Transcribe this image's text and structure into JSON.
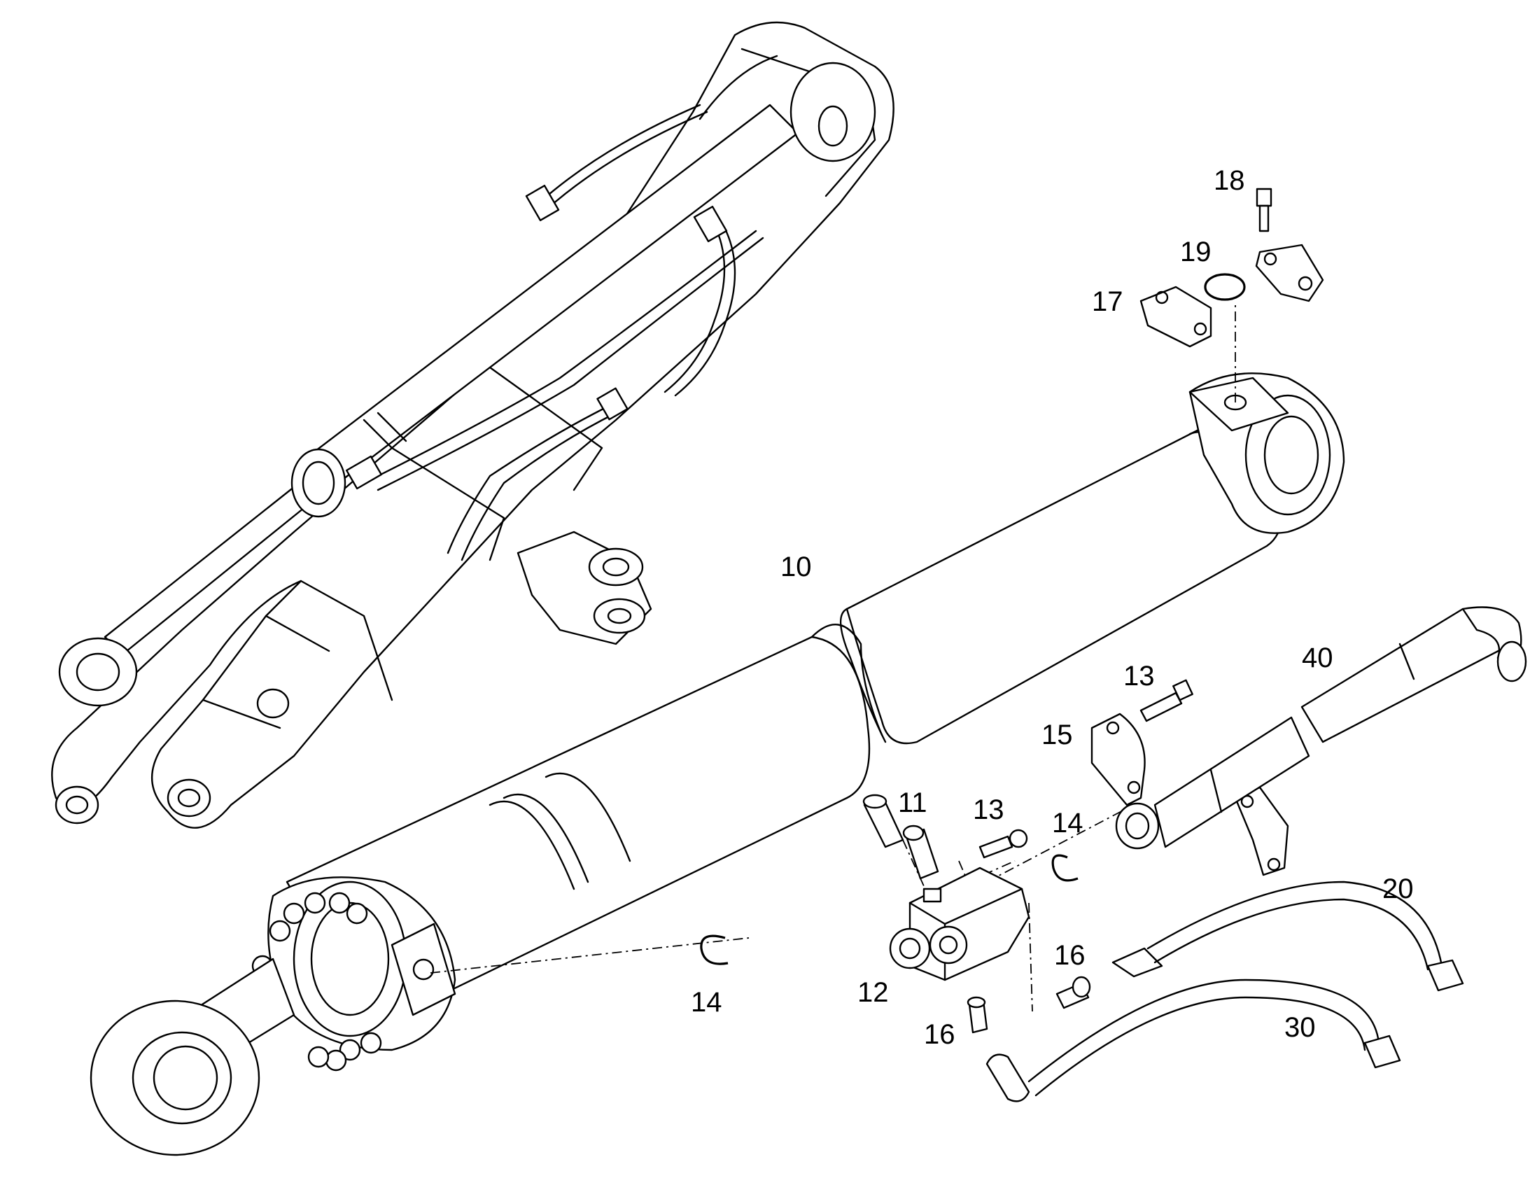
{
  "callouts": {
    "n10": "10",
    "n11": "11",
    "n12": "12",
    "n13a": "13",
    "n13b": "13",
    "n14a": "14",
    "n14b": "14",
    "n15": "15",
    "n16a": "16",
    "n16b": "16",
    "n17": "17",
    "n18": "18",
    "n19": "19",
    "n20": "20",
    "n30": "30",
    "n40": "40"
  }
}
